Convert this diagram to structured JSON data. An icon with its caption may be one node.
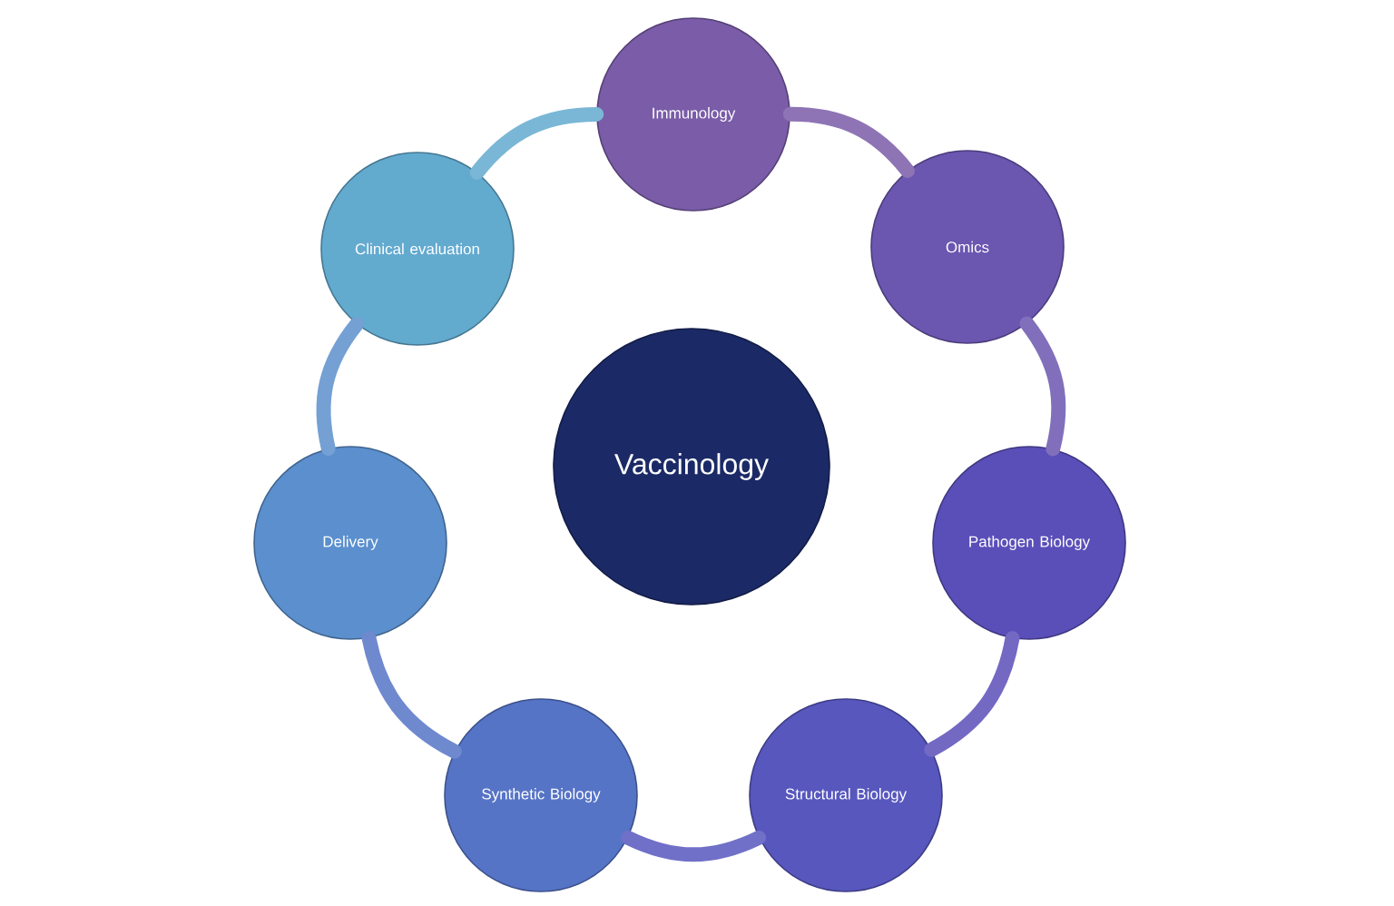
{
  "diagram": {
    "nodes": [
      {
        "text": [
          "Vaccinology"
        ]
      },
      {
        "text": [
          "Immunology"
        ]
      },
      {
        "text": [
          "Omics"
        ]
      },
      {
        "text": [
          "Pathogen Biology"
        ]
      },
      {
        "text": [
          "Structural Biology"
        ]
      },
      {
        "text": [
          "Synthetic Biology"
        ]
      },
      {
        "text": [
          "Delivery"
        ]
      },
      {
        "text": [
          "Clinical evaluation"
        ]
      }
    ],
    "edges": [
      {
        "from": 1,
        "to": 2,
        "arrow": "none"
      },
      {
        "from": 2,
        "to": 3,
        "arrow": "none"
      },
      {
        "from": 3,
        "to": 4,
        "arrow": "none"
      },
      {
        "from": 4,
        "to": 5,
        "arrow": "none"
      },
      {
        "from": 5,
        "to": 6,
        "arrow": "none"
      },
      {
        "from": 6,
        "to": 7,
        "arrow": "none"
      },
      {
        "from": 7,
        "to": 1,
        "arrow": "none"
      }
    ]
  }
}
